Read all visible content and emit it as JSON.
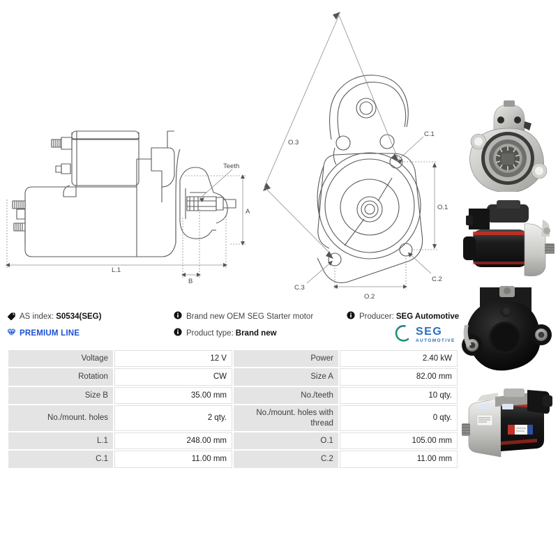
{
  "product": {
    "as_index_label": "AS index:",
    "as_index_value": "S0534(SEG)",
    "premium_line": "PREMIUM LINE",
    "description": "Brand new OEM SEG Starter motor",
    "product_type_label": "Product type:",
    "product_type_value": "Brand new",
    "producer_label": "Producer:",
    "producer_value": "SEG Automotive"
  },
  "brand_logo": {
    "name": "SEG",
    "subtitle": "AUTOMOTIVE",
    "arc_color_start": "#1f9d55",
    "arc_color_end": "#2a6ebb",
    "text_color": "#2a6ebb"
  },
  "icons": {
    "tag": "tag-icon",
    "gem": "gem-icon",
    "info": "info-icon"
  },
  "spec_table": {
    "rows": [
      {
        "k1": "Voltage",
        "v1": "12 V",
        "k2": "Power",
        "v2": "2.40 kW"
      },
      {
        "k1": "Rotation",
        "v1": "CW",
        "k2": "Size A",
        "v2": "82.00 mm"
      },
      {
        "k1": "Size B",
        "v1": "35.00 mm",
        "k2": "No./teeth",
        "v2": "10 qty."
      },
      {
        "k1": "No./mount. holes",
        "v1": "2 qty.",
        "k2": "No./mount. holes with thread",
        "v2": "0 qty."
      },
      {
        "k1": "L.1",
        "v1": "248.00 mm",
        "k2": "O.1",
        "v2": "105.00 mm"
      },
      {
        "k1": "C.1",
        "v1": "11.00 mm",
        "k2": "C.2",
        "v2": "11.00 mm"
      }
    ]
  },
  "drawing_side": {
    "title": "side-view-starter-motor",
    "labels": {
      "teeth": "Teeth",
      "a": "A",
      "b": "B",
      "l1": "L.1"
    }
  },
  "drawing_front": {
    "title": "front-view-starter-motor",
    "labels": {
      "o3": "O.3",
      "o1": "O.1",
      "o2": "O.2",
      "c1": "C.1",
      "c2": "C.2",
      "c3": "C.3"
    }
  },
  "photos": [
    {
      "name": "photo-front-flange-view"
    },
    {
      "name": "photo-side-view-black-body"
    },
    {
      "name": "photo-rear-black-flange-view"
    },
    {
      "name": "photo-angled-full-view"
    }
  ]
}
